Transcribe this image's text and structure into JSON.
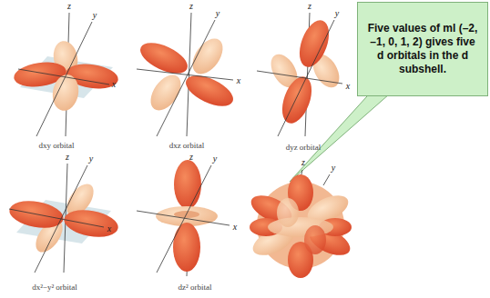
{
  "diagram": {
    "nodes": [
      {
        "text": [
          "Five values of ml (–2, –1, 0, 1, 2) gives five d orbitals in the d subshell."
        ]
      }
    ],
    "labels": [
      "dxy orbital",
      "dxz orbital",
      "dyz orbital",
      "dx²−y² orbital",
      "dz² orbital",
      "z",
      "y",
      "x",
      "z",
      "y",
      "x",
      "z",
      "y",
      "x",
      "z",
      "y",
      "x",
      "z",
      "y",
      "x",
      "z",
      "y"
    ]
  }
}
